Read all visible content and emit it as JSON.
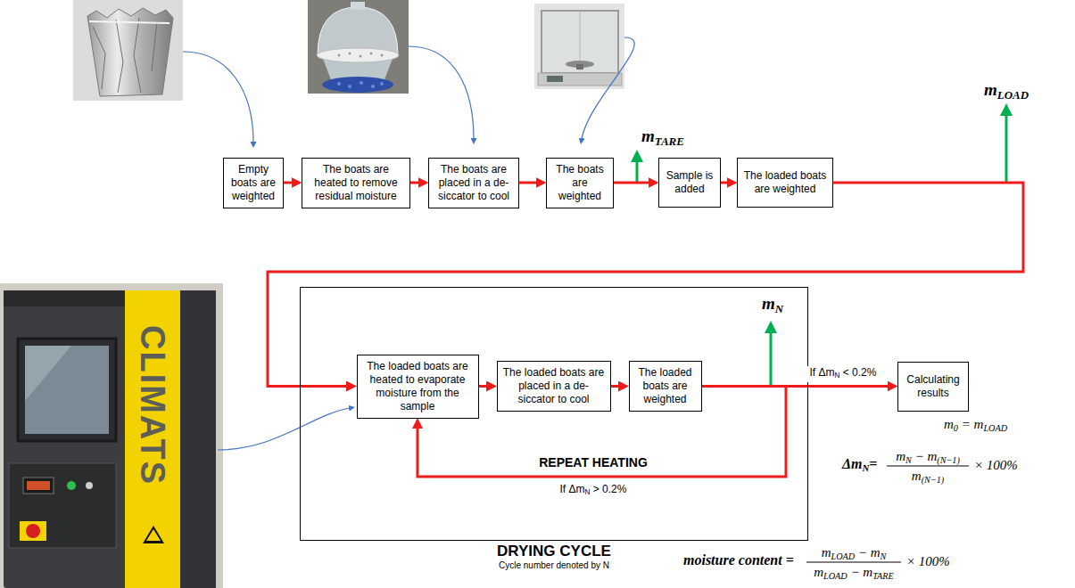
{
  "diagram": {
    "nodes": [
      {
        "text": [
          "Empty boats are weighted"
        ]
      },
      {
        "text": [
          "The boats are heated to remove residual moisture"
        ]
      },
      {
        "text": [
          "The boats are placed in a de- siccator to cool"
        ]
      },
      {
        "text": [
          "The boats are weighted"
        ]
      },
      {
        "text": [
          "Sample is added"
        ]
      },
      {
        "text": [
          "The loaded boats are weighted"
        ]
      },
      {
        "text": [
          "DRYING CYCLE",
          "Cycle number denoted by N"
        ]
      },
      {
        "text": [
          "The loaded boats are heated to evaporate moisture from the sample"
        ],
        "in": 6
      },
      {
        "text": [
          "The loaded boats are placed in a de- siccator to cool"
        ],
        "in": 6
      },
      {
        "text": [
          "The loaded boats are weighted"
        ],
        "in": 6
      },
      {
        "text": [
          "Calculating results"
        ]
      }
    ],
    "edges": [
      {
        "from": 0,
        "to": 1,
        "arrow": "to"
      },
      {
        "from": 1,
        "to": 2,
        "arrow": "to"
      },
      {
        "from": 2,
        "to": 3,
        "arrow": "to"
      },
      {
        "from": 3,
        "to": 4,
        "arrow": "to"
      },
      {
        "from": 4,
        "to": 5,
        "arrow": "to"
      },
      {
        "from": 5,
        "to": 7,
        "arrow": "to"
      },
      {
        "from": 7,
        "to": 8,
        "arrow": "to"
      },
      {
        "from": 8,
        "to": 9,
        "arrow": "to"
      },
      {
        "from": 9,
        "to": 10,
        "label": "If ΔmN < 0.2%",
        "arrow": "to"
      },
      {
        "from": 9,
        "to": 7,
        "label": "If ΔmN > 0.2%",
        "arrow": "to"
      }
    ],
    "labels": [
      "mTARE",
      "mLOAD",
      "mN",
      "REPEAT HEATING",
      "m0 = mLOAD",
      "ΔmN=",
      "mN − m(N−1)",
      "m(N−1)",
      "× 100%",
      "moisture content =",
      "mLOAD − mN",
      "mLOAD − mTARE",
      "× 100%",
      "CLIMATS"
    ]
  }
}
